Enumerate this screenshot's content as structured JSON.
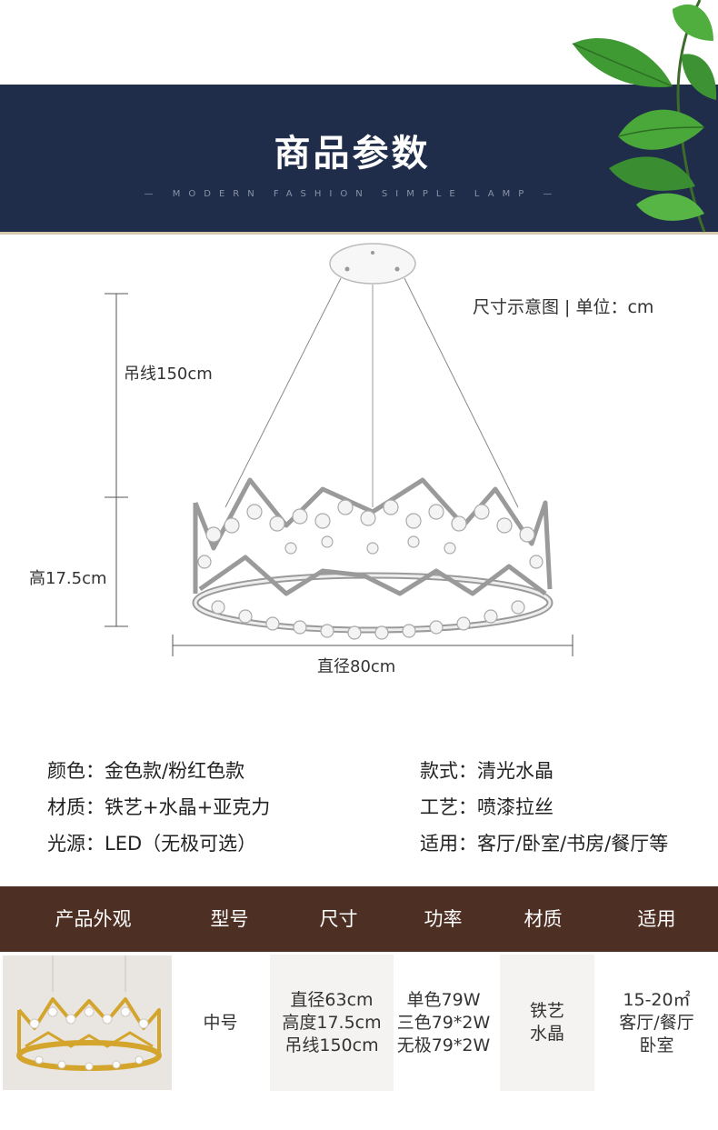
{
  "header": {
    "title": "商品参数",
    "subtitle": "— MODERN FASHION SIMPLE LAMP —"
  },
  "diagram": {
    "caption": "尺寸示意图 | 单位：cm",
    "cable_label": "吊线150cm",
    "height_label": "高17.5cm",
    "diameter_label": "直径80cm"
  },
  "specs": {
    "left": [
      {
        "label": "颜色：",
        "value": "金色款/粉红色款"
      },
      {
        "label": "材质：",
        "value": "铁艺+水晶+亚克力"
      },
      {
        "label": "光源：",
        "value": "LED（无极可选）"
      }
    ],
    "right": [
      {
        "label": "款式：",
        "value": "清光水晶"
      },
      {
        "label": "工艺：",
        "value": "喷漆拉丝"
      },
      {
        "label": "适用：",
        "value": "客厅/卧室/书房/餐厅等"
      }
    ]
  },
  "table": {
    "headers": [
      "产品外观",
      "型号",
      "尺寸",
      "功率",
      "材质",
      "适用"
    ],
    "row": {
      "model": "中号",
      "size": [
        "直径63cm",
        "高度17.5cm",
        "吊线150cm"
      ],
      "power": [
        "单色79W",
        "三色79*2W",
        "无极79*2W"
      ],
      "material": [
        "铁艺",
        "水晶"
      ],
      "usage": [
        "15-20㎡",
        "客厅/餐厅",
        "卧室"
      ]
    }
  },
  "colors": {
    "banner": "#1f2c4a",
    "table_header": "#4e2f23",
    "gold": "#d4a52c"
  }
}
